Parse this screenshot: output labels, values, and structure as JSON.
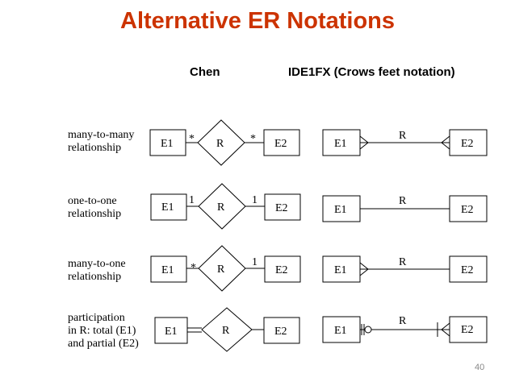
{
  "title": "Alternative ER Notations",
  "headers": {
    "chen": "Chen",
    "idef": "IDE1FX (Crows feet notation)"
  },
  "rows": [
    {
      "label": [
        "many-to-many",
        "relationship"
      ],
      "e1": "E1",
      "r": "R",
      "e2": "E2",
      "left_card": "*",
      "right_card": "*",
      "idef_r": "R"
    },
    {
      "label": [
        "one-to-one",
        "relationship"
      ],
      "e1": "E1",
      "r": "R",
      "e2": "E2",
      "left_card": "1",
      "right_card": "1",
      "idef_r": "R"
    },
    {
      "label": [
        "many-to-one",
        "relationship"
      ],
      "e1": "E1",
      "r": "R",
      "e2": "E2",
      "left_card": "*",
      "right_card": "1",
      "idef_r": "R"
    },
    {
      "label": [
        "participation",
        "in R: total (E1)",
        "and partial (E2)"
      ],
      "e1": "E1",
      "r": "R",
      "e2": "E2",
      "left_card": "",
      "right_card": "",
      "idef_r": "R"
    }
  ],
  "page_number": "40"
}
